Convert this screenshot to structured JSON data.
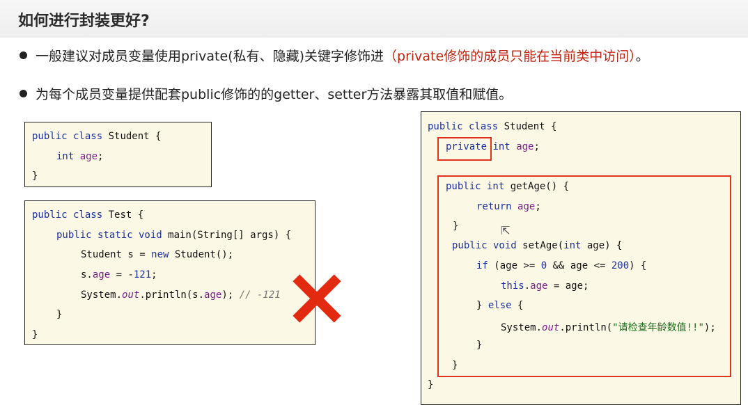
{
  "slide": {
    "title": "如何进行封装更好?",
    "bullet1_main": "一般建议对成员变量使用private(私有、隐藏)关键字修饰进",
    "bullet1_red": "（private修饰的成员只能在当前类中访问）",
    "bullet1_end": "。",
    "bullet2": "为每个成员变量提供配套public修饰的的getter、setter方法暴露其取值和赋值。"
  },
  "code_student": {
    "l1_kw": "public class",
    "l1_rest": " Student {",
    "l2_kw": "int",
    "l2_fld": "age",
    "l2_end": ";",
    "l3": "}"
  },
  "code_test": {
    "l1_kw": "public class",
    "l1_rest": " Test {",
    "l2_kw": "public static void",
    "l2_rest": " main(String[] args) {",
    "l3_a": "Student s = ",
    "l3_kw": "new",
    "l3_b": " Student();",
    "l4_a": "s.",
    "l4_fld": "age",
    "l4_b": " = -",
    "l4_num": "121",
    "l4_c": ";",
    "l5_a": "System.",
    "l5_it": "out",
    "l5_b": ".println(s.",
    "l5_fld": "age",
    "l5_c": "); ",
    "l5_cm": "// -121",
    "l6": "}",
    "l7": "}"
  },
  "code_right": {
    "l1_kw": "public class",
    "l1_rest": " Student {",
    "l2_kw1": "private",
    "l2_kw2": "int",
    "l2_fld": "age",
    "l2_end": ";",
    "l3_kw": "public int",
    "l3_rest": " getAge() {",
    "l4_kw": "return",
    "l4_fld": "age",
    "l4_end": ";",
    "l5": "}",
    "l6_kw": "public void",
    "l6_rest": " setAge(",
    "l6_kw2": "int",
    "l6_end": " age) {",
    "l7_kw": "if",
    "l7_a": " (age >= ",
    "l7_n1": "0",
    "l7_b": " && age <= ",
    "l7_n2": "200",
    "l7_c": ") {",
    "l8_kw": "this",
    "l8_a": ".",
    "l8_fld": "age",
    "l8_b": " = age;",
    "l9_a": "} ",
    "l9_kw": "else",
    "l9_b": " {",
    "l10_a": "System.",
    "l10_it": "out",
    "l10_b": ".println(",
    "l10_str": "\"请检查年龄数值!!\"",
    "l10_c": ");",
    "l11": "}",
    "l12": "}",
    "l13": "}"
  }
}
